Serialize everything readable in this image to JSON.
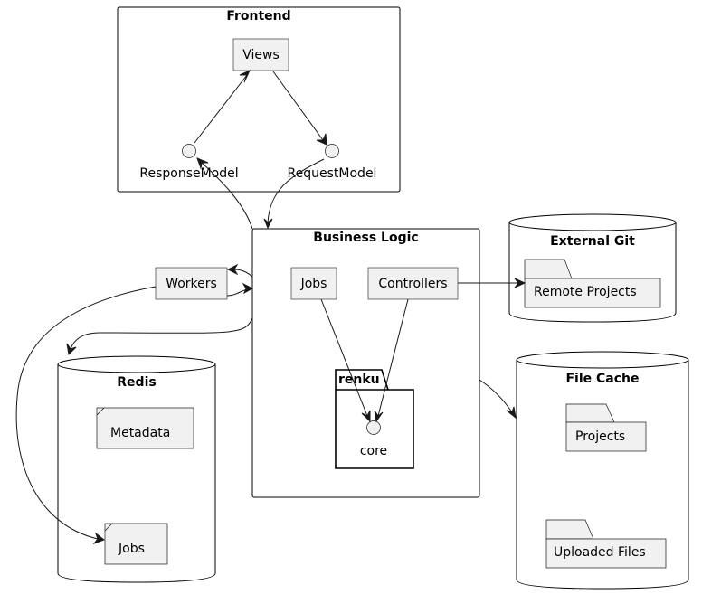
{
  "frontend": {
    "title": "Frontend",
    "views": "Views",
    "response_model": "ResponseModel",
    "request_model": "RequestModel"
  },
  "business_logic": {
    "title": "Business Logic",
    "jobs": "Jobs",
    "controllers": "Controllers",
    "renku_package": "renku",
    "core": "core"
  },
  "workers": "Workers",
  "external_git": {
    "title": "External Git",
    "remote_projects": "Remote Projects"
  },
  "redis": {
    "title": "Redis",
    "metadata": "Metadata",
    "jobs": "Jobs"
  },
  "file_cache": {
    "title": "File Cache",
    "projects": "Projects",
    "uploaded_files": "Uploaded Files"
  }
}
